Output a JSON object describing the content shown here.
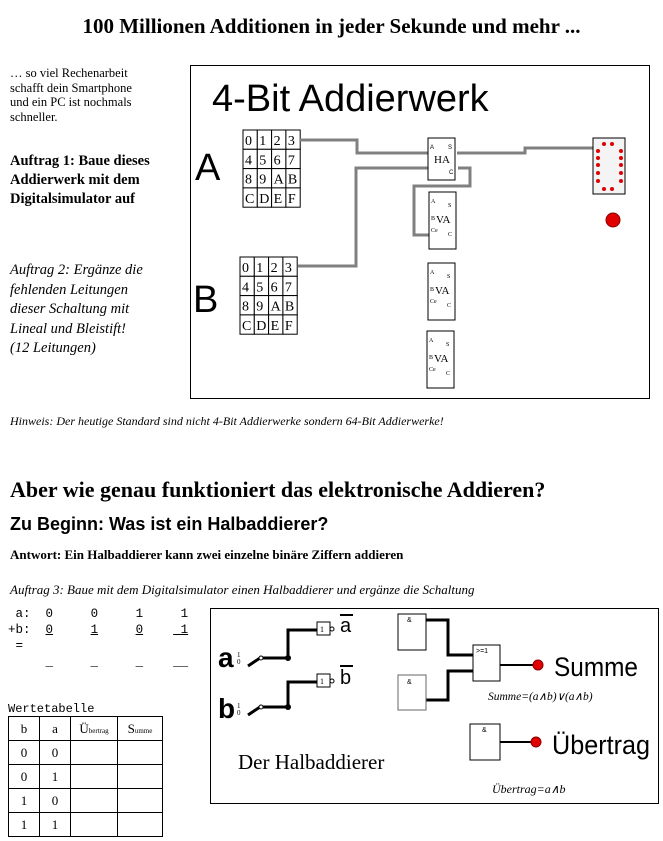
{
  "title": "100 Millionen Additionen in jeder Sekunde und mehr ...",
  "intro": [
    "… so viel Rechenarbeit",
    "schafft dein Smartphone",
    "und ein PC ist nochmals",
    "schneller."
  ],
  "auftrag1": [
    "Auftrag 1: Baue dieses",
    "Addierwerk mit dem",
    "Digitalsimulator auf"
  ],
  "auftrag2": [
    "Auftrag 2: Ergänze die",
    "fehlenden Leitungen",
    "dieser Schaltung mit",
    "Lineal und Bleistift!",
    "(12 Leitungen)"
  ],
  "adder": {
    "title": "4-Bit Addierwerk",
    "label_a": "A",
    "label_b": "B",
    "keys": [
      "0",
      "1",
      "2",
      "3",
      "4",
      "5",
      "6",
      "7",
      "8",
      "9",
      "A",
      "B",
      "C",
      "D",
      "E",
      "F"
    ],
    "ha": "HA",
    "va": "VA",
    "pin_a": "A",
    "pin_b": "B",
    "pin_s": "S",
    "pin_c": "C",
    "pin_ce": "Ce"
  },
  "hint": "Hinweis: Der heutige Standard sind nicht 4-Bit Addierwerke sondern 64-Bit Addierwerke!",
  "heading2": "Aber wie genau funktioniert das elektronische Addieren?",
  "heading3": "Zu Beginn: Was ist ein Halbaddierer?",
  "answer": "Antwort: Ein Halbaddierer kann zwei einzelne binäre Ziffern addieren",
  "auftrag3": "Auftrag 3: Baue mit dem Digitalsimulator einen Halbaddierer und ergänze die Schaltung",
  "addition": {
    "row_a_label": " a:",
    "row_b_label": "+b:",
    "row_eq_label": " =",
    "a": [
      "0",
      "0",
      "1",
      "1"
    ],
    "b": [
      "0",
      "1",
      "0",
      "1"
    ],
    "blank": "_"
  },
  "table": {
    "caption": "Wertetabelle",
    "headers": [
      "b",
      "a",
      "Ü",
      "bertrag",
      "S",
      "umme"
    ],
    "rows": [
      [
        "0",
        "0"
      ],
      [
        "0",
        "1"
      ],
      [
        "1",
        "0"
      ],
      [
        "1",
        "1"
      ]
    ]
  },
  "halfadder": {
    "a": "a",
    "b": "b",
    "one": "1",
    "zero": "0",
    "not": "1",
    "a_not": "a",
    "b_not": "b",
    "and": "&",
    "or": ">=1",
    "summe": "Summe",
    "uebertrag": "Übertrag",
    "name": "Der Halbaddierer",
    "summe_formula": "Summe=(a∧b)∨(a∧b)",
    "uebertrag_formula": "Übertrag=a∧b"
  },
  "colors": {
    "wire_grey": "#808080",
    "led_red": "#e00000"
  }
}
